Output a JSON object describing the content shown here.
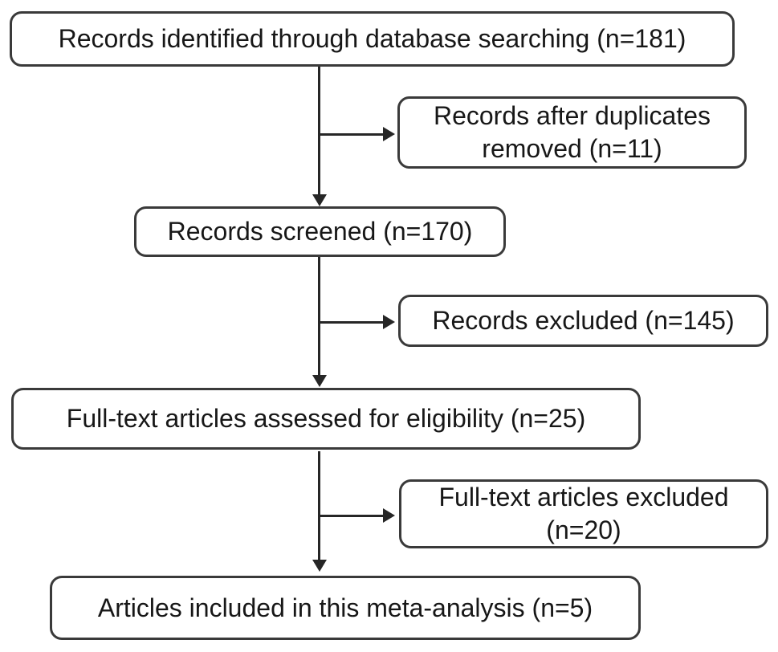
{
  "diagram": {
    "type": "flowchart",
    "subject": "study selection flow for meta-analysis",
    "background_color": "#ffffff",
    "box_border_color": "#3a3a3a",
    "line_color": "#262626",
    "text_color": "#171717"
  },
  "nodes": [
    {
      "id": "records-identified",
      "label": "Records identified through database searching (n=181)",
      "n": 181
    },
    {
      "id": "duplicates-removed",
      "label": "Records after duplicates\nremoved (n=11)",
      "n": 11
    },
    {
      "id": "records-screened",
      "label": "Records screened (n=170)",
      "n": 170
    },
    {
      "id": "records-excluded",
      "label": "Records excluded (n=145)",
      "n": 145
    },
    {
      "id": "fulltext-assessed",
      "label": "Full-text articles assessed for eligibility (n=25)",
      "n": 25
    },
    {
      "id": "fulltext-excluded",
      "label": "Full-text articles excluded\n(n=20)",
      "n": 20
    },
    {
      "id": "articles-included",
      "label": "Articles included in this meta-analysis (n=5)",
      "n": 5
    }
  ],
  "edges": [
    {
      "from": "records-identified",
      "to": "duplicates-removed",
      "style": "branch-right"
    },
    {
      "from": "records-identified",
      "to": "records-screened",
      "style": "down"
    },
    {
      "from": "records-screened",
      "to": "records-excluded",
      "style": "branch-right"
    },
    {
      "from": "records-screened",
      "to": "fulltext-assessed",
      "style": "down"
    },
    {
      "from": "fulltext-assessed",
      "to": "fulltext-excluded",
      "style": "branch-right"
    },
    {
      "from": "fulltext-assessed",
      "to": "articles-included",
      "style": "down"
    }
  ]
}
